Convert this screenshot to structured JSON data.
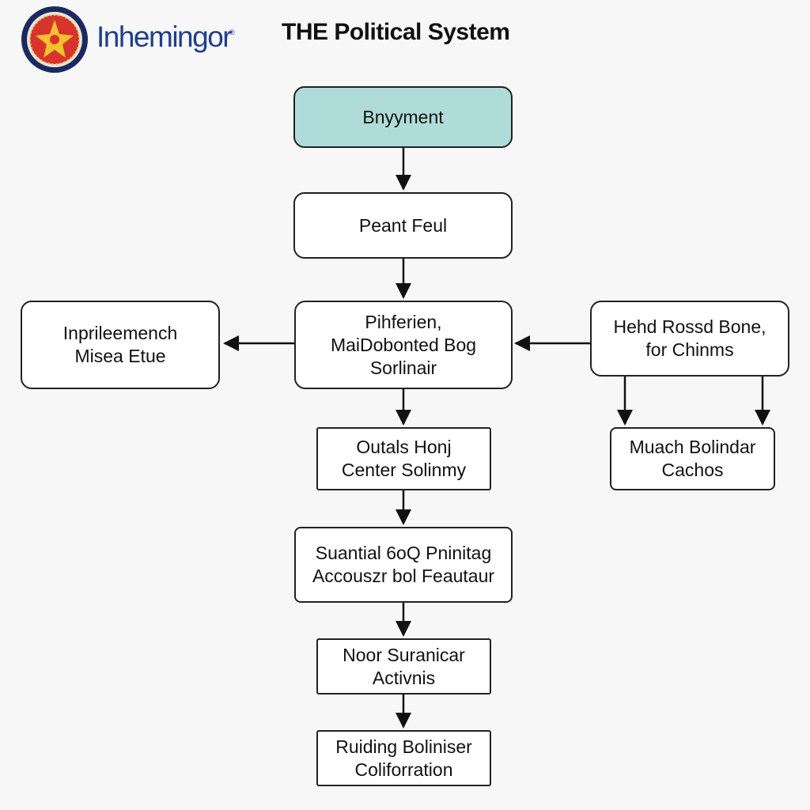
{
  "header": {
    "brand": "Inhemingor",
    "brand_mark": "®",
    "title": "THE Political System"
  },
  "nodes": {
    "top": "Bnyyment",
    "second": "Peant Feul",
    "center": "Pihferien,\nMaiDobonted Bog\nSorlinair",
    "left": "Inprileemench\nMisea Etue",
    "right_top": "Hehd Rossd Bone,\nfor Chinms",
    "right_bottom": "Muach Bolindar\nCachos",
    "fourth": "Outals Honj\nCenter Solinmy",
    "fifth": "Suantial 6oQ Pninitag\nAccouszr bol Feautaur",
    "sixth": "Noor Suranicar\nActivnis",
    "seventh": "Ruiding Boliniser\nColiforration"
  },
  "colors": {
    "brand": "#1e3f8c",
    "top_node_fill": "#afdcd8",
    "logo_ring": "#1b2a5e",
    "logo_inner": "#d8332c",
    "logo_star": "#f2c12e"
  },
  "icons": {
    "logo": "emblem-star-icon"
  }
}
